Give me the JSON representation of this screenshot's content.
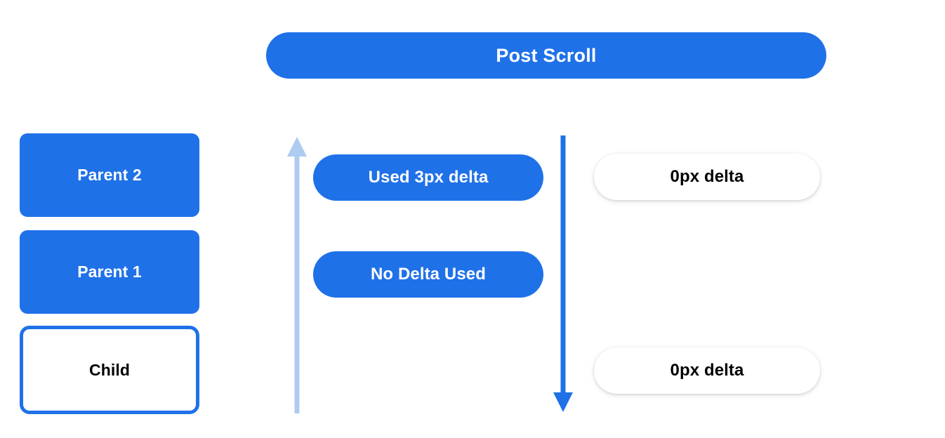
{
  "header": {
    "title": "Post Scroll"
  },
  "nodes": [
    {
      "label": "Parent 2",
      "style": "filled"
    },
    {
      "label": "Parent 1",
      "style": "filled"
    },
    {
      "label": "Child",
      "style": "outlined"
    }
  ],
  "arrows": [
    {
      "name": "scroll-chain-up-arrow",
      "direction": "up",
      "color": "#aecbf0"
    },
    {
      "name": "scroll-chain-down-arrow",
      "direction": "down",
      "color": "#1f71e8"
    }
  ],
  "center_pills": [
    {
      "label": "Used 3px delta"
    },
    {
      "label": "No Delta Used"
    }
  ],
  "right_pills": [
    {
      "label": "0px delta"
    },
    {
      "label": "0px delta"
    }
  ],
  "colors": {
    "accent_blue": "#1f71e8",
    "light_blue": "#aecbf0",
    "surface_white": "#ffffff",
    "text_dark": "#000000"
  }
}
